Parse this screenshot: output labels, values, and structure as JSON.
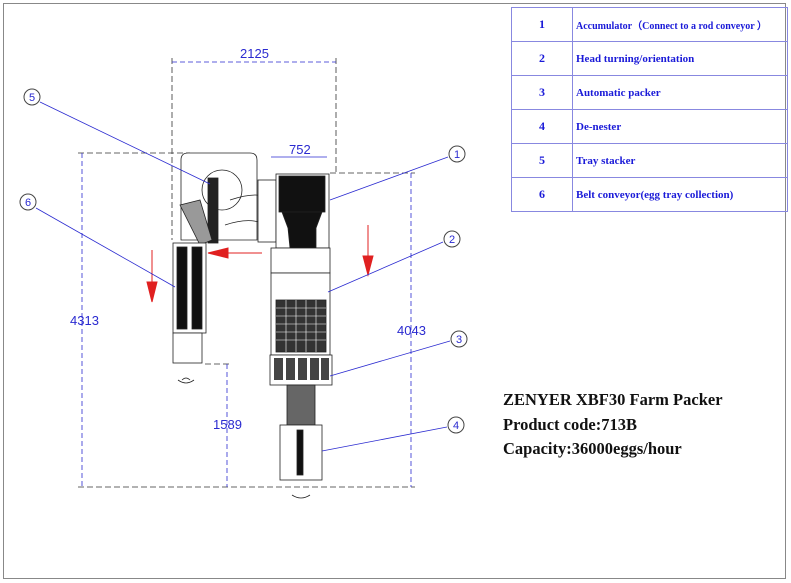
{
  "legend": [
    {
      "num": "1",
      "label": "Accumulator（Connect to a rod conveyor ）"
    },
    {
      "num": "2",
      "label": "Head turning/orientation"
    },
    {
      "num": "3",
      "label": "Automatic packer"
    },
    {
      "num": "4",
      "label": "De-nester"
    },
    {
      "num": "5",
      "label": "Tray stacker"
    },
    {
      "num": "6",
      "label": "Belt conveyor(egg tray collection)"
    }
  ],
  "dimensions": {
    "width_total": "2125",
    "width_accumulator": "752",
    "height_left": "4313",
    "height_right": "4043",
    "height_lower": "1589"
  },
  "callouts": [
    "1",
    "2",
    "3",
    "4",
    "5",
    "6"
  ],
  "info": {
    "title": "ZENYER XBF30 Farm Packer",
    "product_code": "Product code:713B",
    "capacity": "Capacity:36000eggs/hour"
  },
  "colors": {
    "dimension": "#2a2ad0",
    "arrow": "#e02020",
    "line": "#222222"
  }
}
